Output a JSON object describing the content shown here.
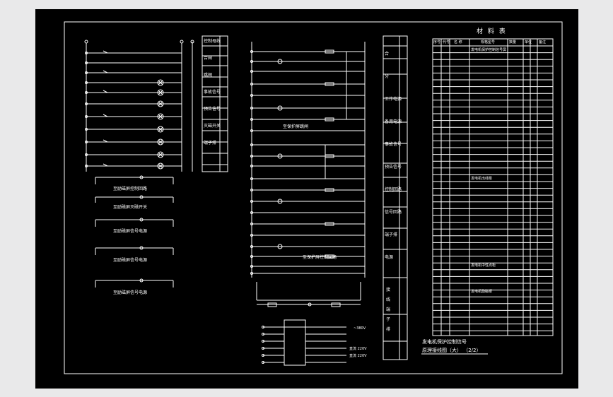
{
  "drawing": {
    "title_line_1": "发电机保护控制信号",
    "title_line_2": "原理接线图（大） （2/2）"
  },
  "material_table": {
    "title": "材 料 表",
    "headers": [
      "序号",
      "代号",
      "名 称",
      "规格型号",
      "数量",
      "单位",
      "备注"
    ],
    "section_1": "发电机保护控制信号屏",
    "section_2": "发电机出线柜",
    "section_3": "发电机中性点柜",
    "section_4": "发电机励磁柜"
  },
  "left_labels": {
    "terminal_top": "端子排",
    "loop_1": "至励磁屏控制回路",
    "loop_2": "至励磁屏灭磁开关",
    "loop_3": "至励磁屏信号电源",
    "loop_4": "至励磁屏信号电源",
    "loop_5": "至励磁屏信号电源"
  },
  "mid_labels": {
    "loop_a": "至保护屏跳闸",
    "loop_b": "至保护屏控制回路",
    "voltage_1": "~380V",
    "voltage_2": "直流 220V",
    "voltage_3": "直流 220V"
  },
  "left_column": [
    "控制母线",
    "合闸",
    "跳闸",
    "事故信号",
    "预告信号",
    "灭磁开关",
    "端子排"
  ],
  "right_column": [
    "合",
    "分",
    "工作电源",
    "备用电源",
    "事故信号",
    "预告信号",
    "控制回路",
    "信号回路",
    "端子排",
    "电源"
  ],
  "bottom_column": [
    "接",
    "线",
    "端",
    "子",
    "排"
  ]
}
